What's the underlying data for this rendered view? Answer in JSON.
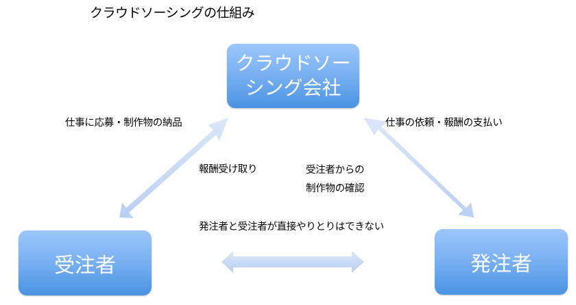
{
  "title": "クラウドソーシングの仕組み",
  "nodes": {
    "company": {
      "line1": "クラウドソー",
      "line2": "シング会社"
    },
    "contractor": "受注者",
    "client": "発注者"
  },
  "edge_labels": {
    "contractor_to_company": "仕事に応募・制作物の納品",
    "client_to_company": "仕事の依頼・報酬の支払い",
    "company_to_contractor": "報酬受け取り",
    "company_to_client": {
      "line1": "受注者からの",
      "line2": "制作物の確認"
    },
    "contractor_client": "発注者と受注者が直接やりとりはできない"
  },
  "colors": {
    "box_top": "#9cc6fb",
    "box_bottom": "#4a93e2",
    "arrow": "#c5d9f5",
    "box_text": "#ffffff"
  }
}
